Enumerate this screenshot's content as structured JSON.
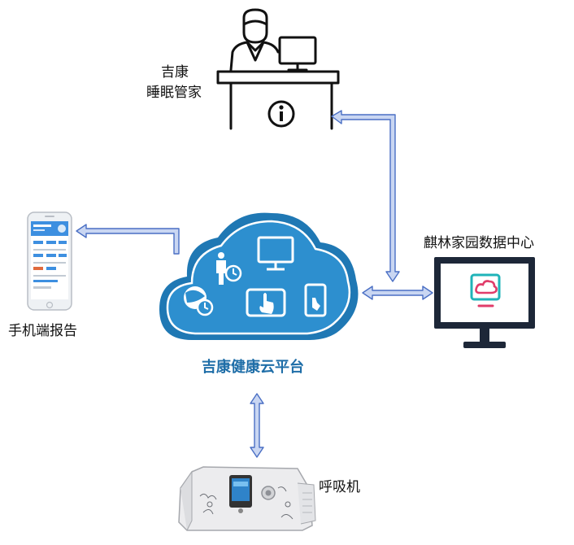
{
  "nodes": {
    "sleep_manager": {
      "line1": "吉康",
      "line2": "睡眠管家"
    },
    "mobile_report": {
      "label": "手机端报告"
    },
    "data_center": {
      "label": "麒林家园数据中心"
    },
    "cloud_platform": {
      "label": "吉康健康云平台"
    },
    "ventilator": {
      "label": "呼吸机"
    }
  },
  "colors": {
    "arrow_fill": "#c9d6f2",
    "arrow_stroke": "#4a6fc4",
    "cloud": "#1f78b4",
    "cloud_inner": "#2d8fcf",
    "label_center": "#1f6ea8"
  }
}
